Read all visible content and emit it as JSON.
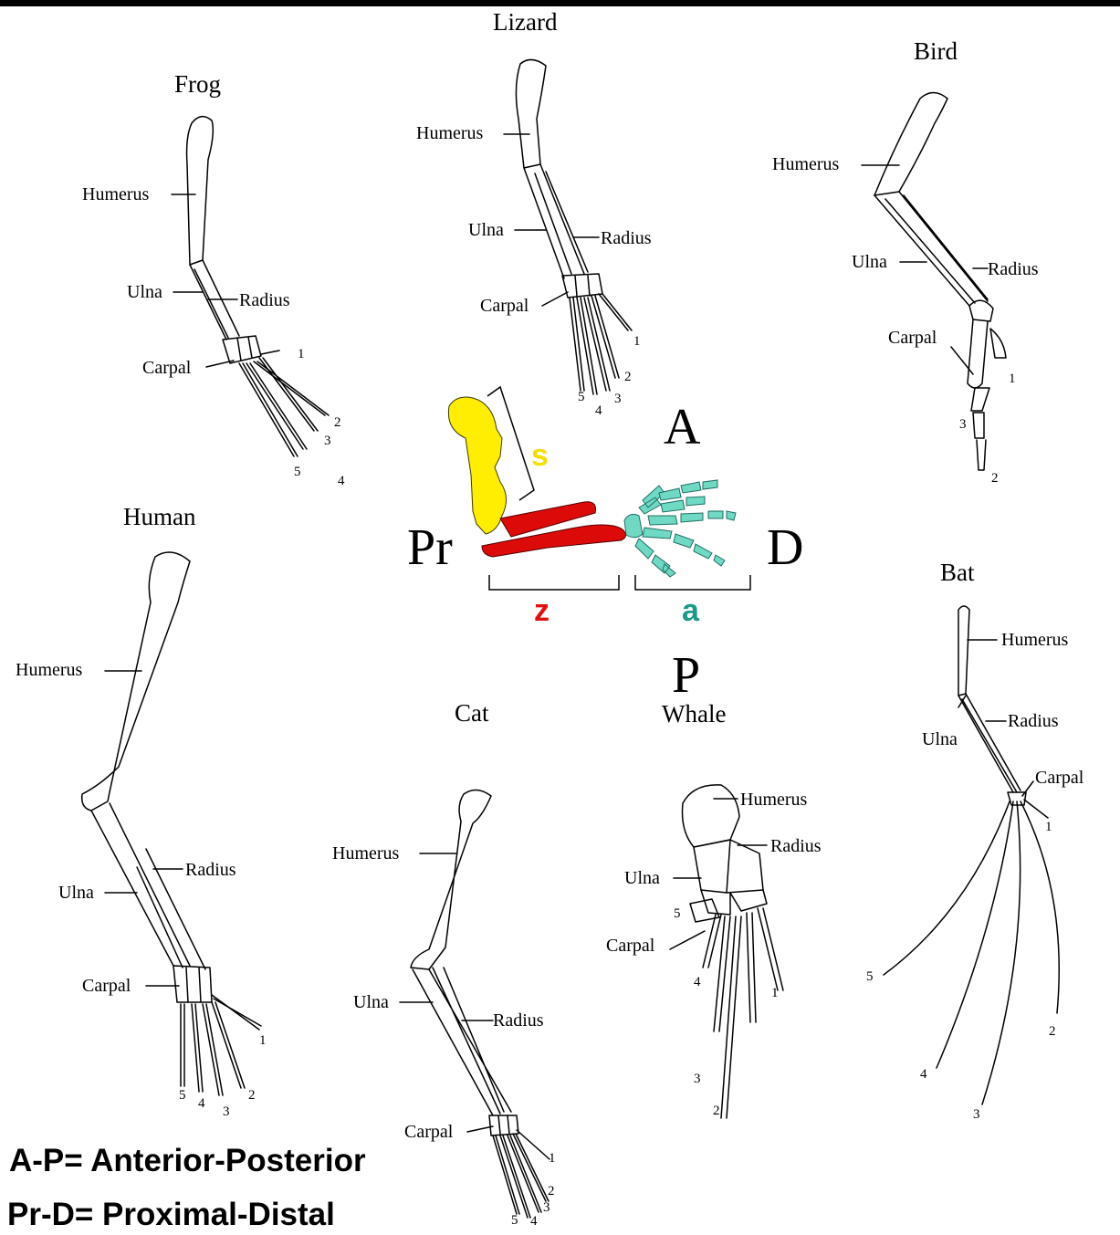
{
  "animals": {
    "lizard": {
      "title": "Lizard",
      "humerus": "Humerus",
      "ulna": "Ulna",
      "radius": "Radius",
      "carpal": "Carpal",
      "d1": "1",
      "d2": "2",
      "d3": "3",
      "d4": "4",
      "d5": "5"
    },
    "frog": {
      "title": "Frog",
      "humerus": "Humerus",
      "ulna": "Ulna",
      "radius": "Radius",
      "carpal": "Carpal",
      "d1": "1",
      "d2": "2",
      "d3": "3",
      "d4": "4",
      "d5": "5"
    },
    "bird": {
      "title": "Bird",
      "humerus": "Humerus",
      "ulna": "Ulna",
      "radius": "Radius",
      "carpal": "Carpal",
      "d1": "1",
      "d2": "2",
      "d3": "3"
    },
    "human": {
      "title": "Human",
      "humerus": "Humerus",
      "ulna": "Ulna",
      "radius": "Radius",
      "carpal": "Carpal",
      "d1": "1",
      "d2": "2",
      "d3": "3",
      "d4": "4",
      "d5": "5"
    },
    "cat": {
      "title": "Cat",
      "humerus": "Humerus",
      "ulna": "Ulna",
      "radius": "Radius",
      "carpal": "Carpal",
      "d1": "1",
      "d2": "2",
      "d3": "3",
      "d4": "4",
      "d5": "5"
    },
    "whale": {
      "title": "Whale",
      "humerus": "Humerus",
      "ulna": "Ulna",
      "radius": "Radius",
      "carpal": "Carpal",
      "d1": "1",
      "d2": "2",
      "d3": "3",
      "d4": "4",
      "d5": "5"
    },
    "bat": {
      "title": "Bat",
      "humerus": "Humerus",
      "ulna": "Ulna",
      "radius": "Radius",
      "carpal": "Carpal",
      "d1": "1",
      "d2": "2",
      "d3": "3",
      "d4": "4",
      "d5": "5"
    }
  },
  "center": {
    "axis_a": "A",
    "axis_p": "P",
    "axis_pr": "Pr",
    "axis_d": "D",
    "seg_s": "s",
    "seg_z": "z",
    "seg_a": "a",
    "colors": {
      "stylopod": "#ffee00",
      "zeugopod": "#dd0a0a",
      "autopod": "#6fd9c3",
      "s_label": "#f3e000",
      "z_label": "#e01010",
      "a_label": "#1a9a8a"
    }
  },
  "legend": {
    "ap": "A-P= Anterior-Posterior",
    "prd": "Pr-D= Proximal-Distal"
  }
}
